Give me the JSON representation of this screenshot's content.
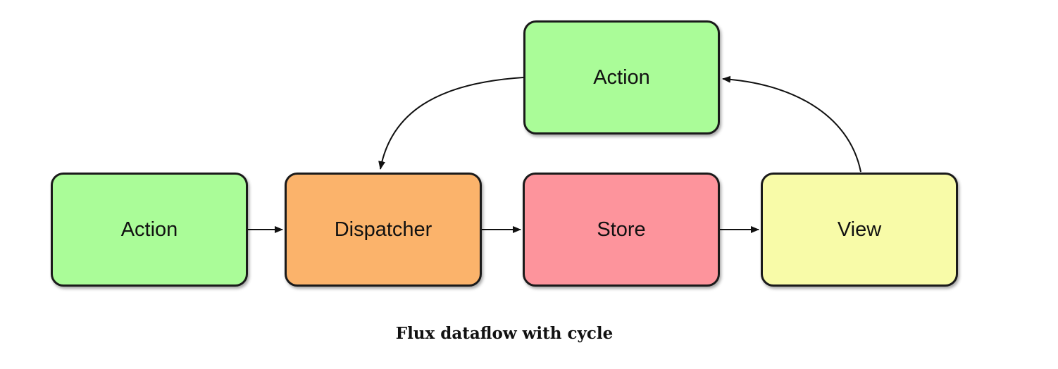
{
  "nodes": {
    "action_top": {
      "label": "Action",
      "color": "#aafc98"
    },
    "action_left": {
      "label": "Action",
      "color": "#aafc98"
    },
    "dispatcher": {
      "label": "Dispatcher",
      "color": "#fbb36b"
    },
    "store": {
      "label": "Store",
      "color": "#fd949c"
    },
    "view": {
      "label": "View",
      "color": "#f8fba8"
    }
  },
  "caption": "Flux dataflow with cycle"
}
